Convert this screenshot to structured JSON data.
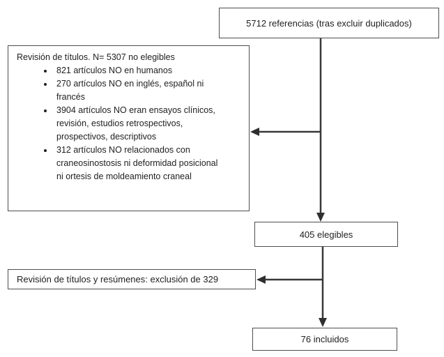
{
  "flowchart": {
    "top_box": {
      "label": "5712 referencias (tras excluir duplicados)"
    },
    "left_box": {
      "title": "Revisión de títulos. N= 5307  no elegibles",
      "bullets": [
        "821 artículos NO en humanos",
        "270 artículos NO en inglés, español  ni\nfrancés",
        "3904 artículos NO eran ensayos clínicos,\nrevisión, estudios retrospectivos,\nprospectivos, descriptivos",
        "312 artículos NO relacionados con\ncraneosinostosis ni deformidad posicional\nni ortesis de moldeamiento craneal"
      ]
    },
    "eligible_box": {
      "label": "405 elegibles"
    },
    "exclusion_box": {
      "label": "Revisión de títulos y resúmenes: exclusión de 329"
    },
    "included_box": {
      "label": "76 incluidos"
    },
    "colors": {
      "border": "#4d4d4d",
      "arrow": "#383838",
      "text": "#212121",
      "background": "#ffffff"
    }
  }
}
